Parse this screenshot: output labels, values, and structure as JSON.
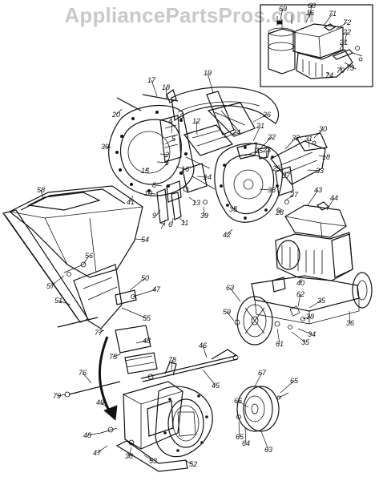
{
  "watermark": "AppliancePartsPros.com",
  "callouts": [
    {
      "id": "p1",
      "n": "17"
    },
    {
      "id": "p2",
      "n": "18"
    },
    {
      "id": "p3",
      "n": "19"
    },
    {
      "id": "p4",
      "n": "20"
    },
    {
      "id": "p5",
      "n": "3"
    },
    {
      "id": "p6",
      "n": "4"
    },
    {
      "id": "p7",
      "n": "5"
    },
    {
      "id": "p8",
      "n": "2"
    },
    {
      "id": "p9",
      "n": "1"
    },
    {
      "id": "p10",
      "n": "39"
    },
    {
      "id": "p11",
      "n": "15"
    },
    {
      "id": "p12",
      "n": "16"
    },
    {
      "id": "p13",
      "n": "8"
    },
    {
      "id": "p14",
      "n": "10"
    },
    {
      "id": "p15",
      "n": "41"
    },
    {
      "id": "p16",
      "n": "9"
    },
    {
      "id": "p17",
      "n": "7"
    },
    {
      "id": "p18",
      "n": "6"
    },
    {
      "id": "p19",
      "n": "11"
    },
    {
      "id": "p20",
      "n": "12"
    },
    {
      "id": "p21",
      "n": "14"
    },
    {
      "id": "p22",
      "n": "13"
    },
    {
      "id": "p23",
      "n": "39"
    },
    {
      "id": "p24",
      "n": "24"
    },
    {
      "id": "p25",
      "n": "26"
    },
    {
      "id": "p26",
      "n": "21"
    },
    {
      "id": "p27",
      "n": "22"
    },
    {
      "id": "p28",
      "n": "25"
    },
    {
      "id": "p29",
      "n": "23"
    },
    {
      "id": "p30",
      "n": "32"
    },
    {
      "id": "p31",
      "n": "31"
    },
    {
      "id": "p32",
      "n": "30"
    },
    {
      "id": "p33",
      "n": "18"
    },
    {
      "id": "p34",
      "n": "29"
    },
    {
      "id": "p35",
      "n": "33"
    },
    {
      "id": "p36",
      "n": "37"
    },
    {
      "id": "p37",
      "n": "38"
    },
    {
      "id": "p38",
      "n": "27"
    },
    {
      "id": "p39",
      "n": "35"
    },
    {
      "id": "p40",
      "n": "28"
    },
    {
      "id": "p41",
      "n": "42"
    },
    {
      "id": "p42",
      "n": "43"
    },
    {
      "id": "p43",
      "n": "44"
    },
    {
      "id": "p44",
      "n": "58"
    },
    {
      "id": "p45",
      "n": "54"
    },
    {
      "id": "p46",
      "n": "56"
    },
    {
      "id": "p47",
      "n": "57"
    },
    {
      "id": "p48",
      "n": "50"
    },
    {
      "id": "p49",
      "n": "47"
    },
    {
      "id": "p50",
      "n": "51"
    },
    {
      "id": "p51",
      "n": "55"
    },
    {
      "id": "p52",
      "n": "77"
    },
    {
      "id": "p53",
      "n": "48"
    },
    {
      "id": "p54",
      "n": "75"
    },
    {
      "id": "p55",
      "n": "78"
    },
    {
      "id": "p56",
      "n": "46"
    },
    {
      "id": "p57",
      "n": "45"
    },
    {
      "id": "p58",
      "n": "76"
    },
    {
      "id": "p59",
      "n": "79"
    },
    {
      "id": "p60",
      "n": "49"
    },
    {
      "id": "p61",
      "n": "48"
    },
    {
      "id": "p62",
      "n": "47"
    },
    {
      "id": "p63",
      "n": "38"
    },
    {
      "id": "p64",
      "n": "53"
    },
    {
      "id": "p65",
      "n": "52"
    },
    {
      "id": "p66",
      "n": "40"
    },
    {
      "id": "p67",
      "n": "63"
    },
    {
      "id": "p68",
      "n": "62"
    },
    {
      "id": "p69",
      "n": "35"
    },
    {
      "id": "p70",
      "n": "59"
    },
    {
      "id": "p71",
      "n": "61"
    },
    {
      "id": "p72",
      "n": "38"
    },
    {
      "id": "p73",
      "n": "34"
    },
    {
      "id": "p74",
      "n": "35"
    },
    {
      "id": "p75",
      "n": "36"
    },
    {
      "id": "p76",
      "n": "67"
    },
    {
      "id": "p77",
      "n": "66"
    },
    {
      "id": "p78",
      "n": "65"
    },
    {
      "id": "p79",
      "n": "64"
    },
    {
      "id": "p80",
      "n": "63"
    },
    {
      "id": "p81",
      "n": "65"
    },
    {
      "id": "p82",
      "n": "69"
    },
    {
      "id": "p83",
      "n": "68"
    },
    {
      "id": "p84",
      "n": "16"
    },
    {
      "id": "p85",
      "n": "71"
    },
    {
      "id": "p86",
      "n": "72"
    },
    {
      "id": "p87",
      "n": "22"
    },
    {
      "id": "p88",
      "n": "21"
    },
    {
      "id": "p89",
      "n": "73"
    },
    {
      "id": "p90",
      "n": "70"
    },
    {
      "id": "p91",
      "n": "74"
    }
  ]
}
